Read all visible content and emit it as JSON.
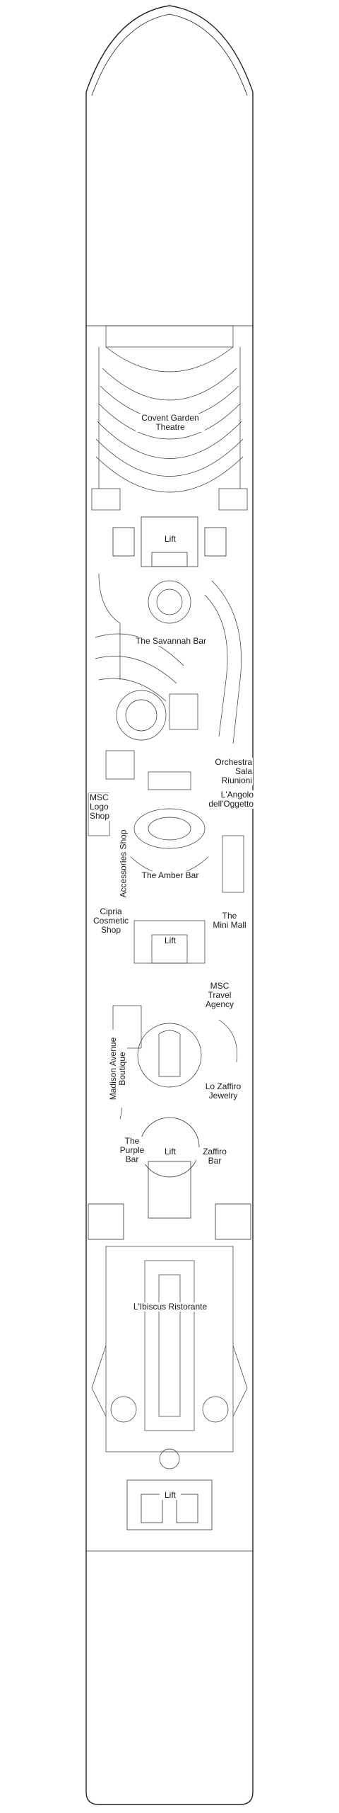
{
  "deck_plan": {
    "labels": {
      "covent_garden": "Covent Garden\nTheatre",
      "lift_1": "Lift",
      "savannah_bar": "The Savannah Bar",
      "orchestra": "Orchestra\nSala Riunioni",
      "angolo": "L'Angolo\ndell'Oggetto",
      "msc_logo": "MSC\nLogo\nShop",
      "accessories": "Accessories Shop",
      "amber_bar": "The Amber Bar",
      "cipria": "Cipria\nCosmetic\nShop",
      "lift_2": "Lift",
      "mini_mall": "The\nMini Mall",
      "travel": "MSC\nTravel\nAgency",
      "madison": "Madison Avenue\nBoutique",
      "zaffiro_jewelry": "Lo Zaffiro\nJewelry",
      "purple_bar": "The\nPurple\nBar",
      "lift_3": "Lift",
      "zaffiro_bar": "Zaffiro\nBar",
      "ibiscus": "L'Ibiscus Ristorante",
      "lift_4": "Lift"
    }
  }
}
